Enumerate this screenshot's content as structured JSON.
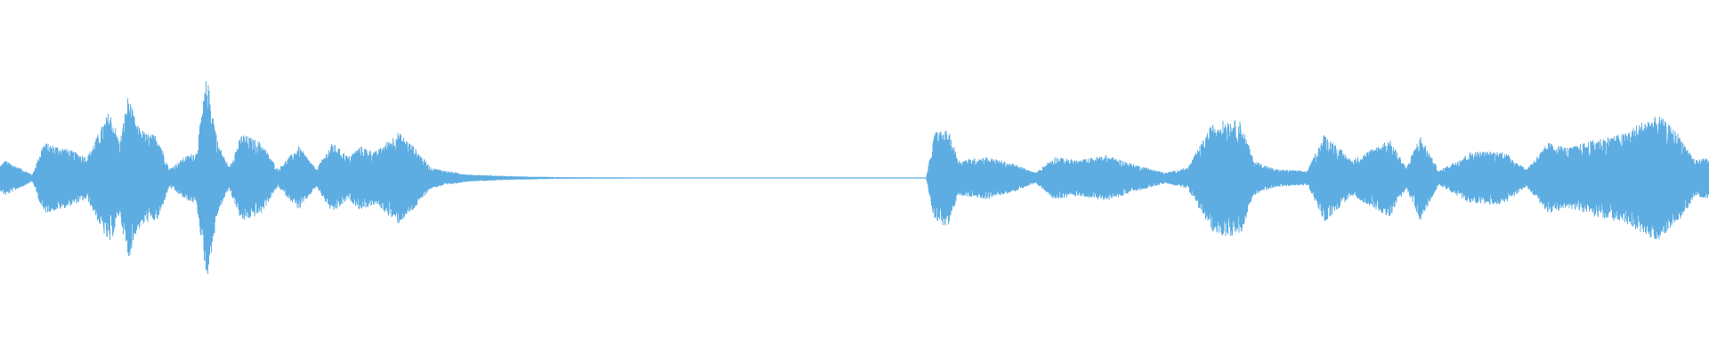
{
  "waveform": {
    "color": "#5dade2",
    "background": "#ffffff",
    "envelope": [
      [
        0,
        0.07
      ],
      [
        0.3,
        0.1
      ],
      [
        1.9,
        0.02
      ],
      [
        2.55,
        0.2
      ],
      [
        3.8,
        0.17
      ],
      [
        5.1,
        0.12
      ],
      [
        6.4,
        0.38
      ],
      [
        6.7,
        0.3
      ],
      [
        7.0,
        0.2
      ],
      [
        7.5,
        0.47
      ],
      [
        8.0,
        0.3
      ],
      [
        8.6,
        0.25
      ],
      [
        9.25,
        0.24
      ],
      [
        9.9,
        0.05
      ],
      [
        10.8,
        0.12
      ],
      [
        11.5,
        0.15
      ],
      [
        12.1,
        0.58
      ],
      [
        12.75,
        0.2
      ],
      [
        13.4,
        0.06
      ],
      [
        14.15,
        0.25
      ],
      [
        15.3,
        0.2
      ],
      [
        16.25,
        0.05
      ],
      [
        17.5,
        0.18
      ],
      [
        18.5,
        0.05
      ],
      [
        19.45,
        0.2
      ],
      [
        20.4,
        0.12
      ],
      [
        21.05,
        0.18
      ],
      [
        22.0,
        0.15
      ],
      [
        23.3,
        0.26
      ],
      [
        24.2,
        0.18
      ],
      [
        25.2,
        0.06
      ],
      [
        26.15,
        0.04
      ],
      [
        27.4,
        0.02
      ],
      [
        30.0,
        0.01
      ],
      [
        32.5,
        0.005
      ],
      [
        38.3,
        0.003
      ],
      [
        54.2,
        0.003
      ],
      [
        54.7,
        0.26
      ],
      [
        55.5,
        0.27
      ],
      [
        56.1,
        0.1
      ],
      [
        57.7,
        0.12
      ],
      [
        59.3,
        0.08
      ],
      [
        60.6,
        0.03
      ],
      [
        61.7,
        0.12
      ],
      [
        63.1,
        0.1
      ],
      [
        64.7,
        0.13
      ],
      [
        66.3,
        0.08
      ],
      [
        68.2,
        0.03
      ],
      [
        69.5,
        0.06
      ],
      [
        70.9,
        0.3
      ],
      [
        71.75,
        0.33
      ],
      [
        72.6,
        0.32
      ],
      [
        73.35,
        0.1
      ],
      [
        74.6,
        0.05
      ],
      [
        76.5,
        0.04
      ],
      [
        77.5,
        0.25
      ],
      [
        79.1,
        0.1
      ],
      [
        81.3,
        0.22
      ],
      [
        82.3,
        0.06
      ],
      [
        83.1,
        0.24
      ],
      [
        84.2,
        0.04
      ],
      [
        86.1,
        0.15
      ],
      [
        88.0,
        0.15
      ],
      [
        89.3,
        0.05
      ],
      [
        90.6,
        0.2
      ],
      [
        91.8,
        0.17
      ],
      [
        93.4,
        0.22
      ],
      [
        95.0,
        0.25
      ],
      [
        96.3,
        0.33
      ],
      [
        97.1,
        0.35
      ],
      [
        98.2,
        0.25
      ],
      [
        99.2,
        0.1
      ],
      [
        100,
        0.12
      ]
    ]
  }
}
